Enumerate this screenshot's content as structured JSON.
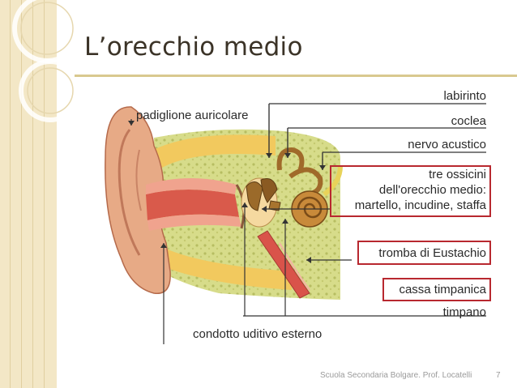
{
  "slide": {
    "title": "L’orecchio medio",
    "footer": "Scuola Secondaria Bolgare. Prof. Locatelli",
    "page_number": "7"
  },
  "labels": {
    "padiglione": "padiglione auricolare",
    "labirinto": "labirinto",
    "coclea": "coclea",
    "nervo": "nervo acustico",
    "ossicini_1": "tre ossicini",
    "ossicini_2": "dell'orecchio medio:",
    "ossicini_3": "martello, incudine, staffa",
    "tromba": "tromba di Eustachio",
    "cassa": "cassa timpanica",
    "timpano": "timpano",
    "condotto": "condotto uditivo esterno"
  },
  "colors": {
    "highlight": "#b8282f",
    "title": "#3b3327",
    "band": "#f3e7c6",
    "rule": "#d9c98f"
  }
}
